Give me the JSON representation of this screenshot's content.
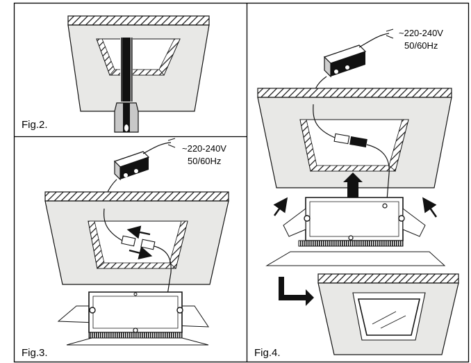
{
  "figures": {
    "fig2": {
      "label": "Fig.2."
    },
    "fig3": {
      "label": "Fig.3.",
      "voltage": "~220-240V",
      "frequency": "50/60Hz"
    },
    "fig4": {
      "label": "Fig.4.",
      "voltage": "~220-240V",
      "frequency": "50/60Hz"
    }
  }
}
